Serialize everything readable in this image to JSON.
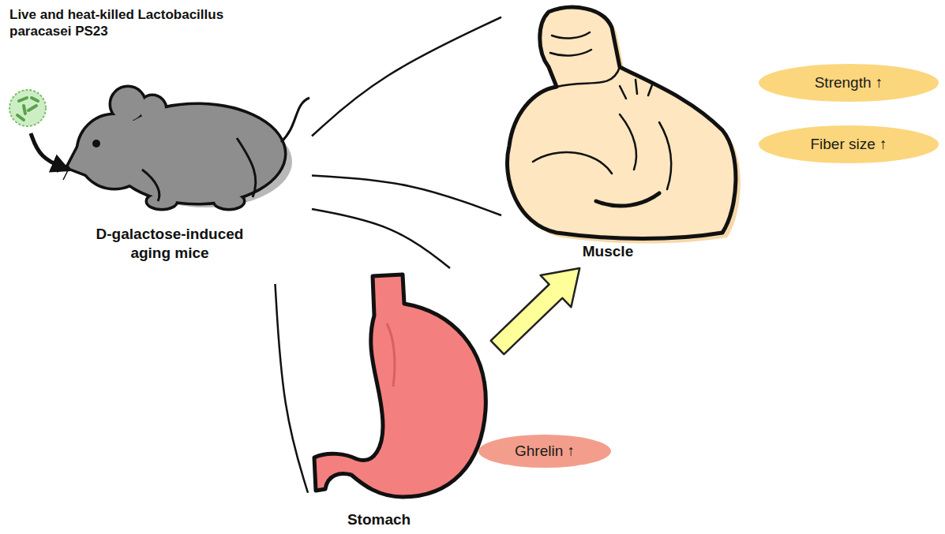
{
  "diagram": {
    "nodes": [
      {
        "text": [
          "Live and heat-killed Lactobacillus paracasei PS23"
        ]
      },
      {
        "text": [
          "D-galactose-induced aging mice"
        ]
      },
      {
        "text": [
          "Muscle"
        ]
      },
      {
        "text": [
          "Strength ↑"
        ]
      },
      {
        "text": [
          "Fiber size ↑"
        ]
      },
      {
        "text": [
          "Stomach"
        ]
      },
      {
        "text": [
          "Ghrelin ↑"
        ]
      }
    ],
    "edges": [
      {
        "from": 0,
        "to": 1,
        "arrow": "to"
      },
      {
        "from": 1,
        "to": 2,
        "arrow": "none"
      },
      {
        "from": 1,
        "to": 2,
        "arrow": "none"
      },
      {
        "from": 1,
        "to": 5,
        "arrow": "none"
      },
      {
        "from": 1,
        "to": 5,
        "arrow": "none"
      },
      {
        "from": 5,
        "to": 2,
        "arrow": "to"
      }
    ]
  }
}
